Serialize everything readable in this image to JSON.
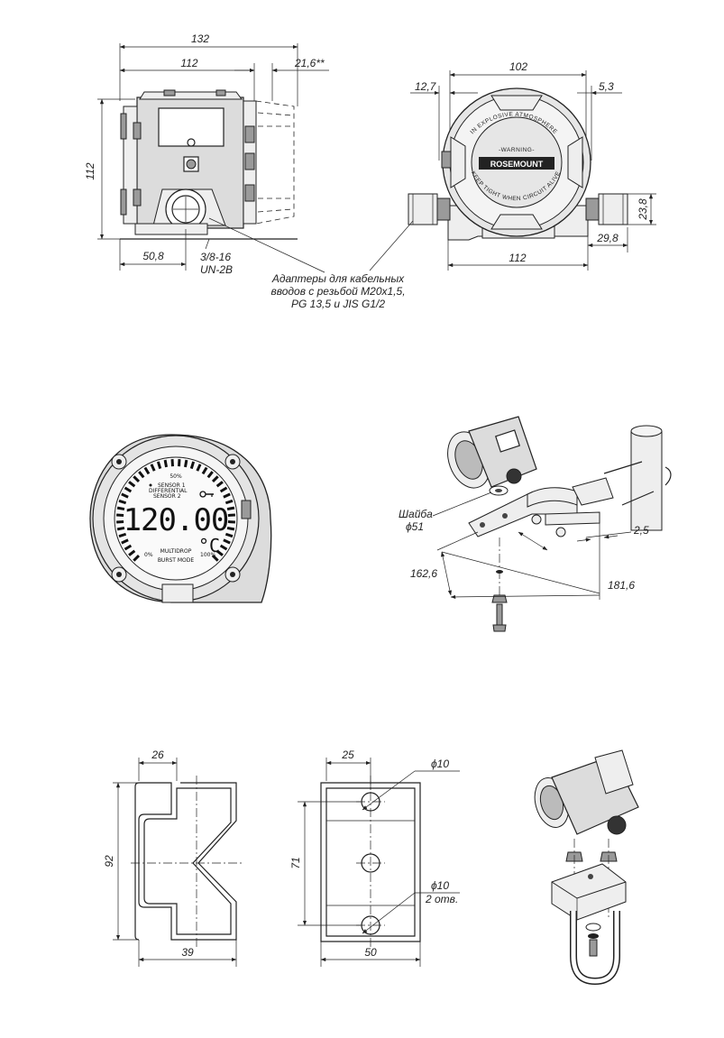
{
  "top_side_view": {
    "dims": {
      "overall_length": "132",
      "body_length": "112",
      "adapter_length": "21,6**",
      "height": "112",
      "conduit_offset": "50,8"
    },
    "thread_label": [
      "3/8-16",
      "UN-2B"
    ]
  },
  "top_front_view": {
    "dims": {
      "width": "102",
      "left_offset": "12,7",
      "right_offset": "5,3",
      "adapter_height": "23,8",
      "adapter_length": "29,8",
      "base_width": "112"
    },
    "cover_text": {
      "top_arc": "IN EXPLOSIVE ATMOSPHERE",
      "warning": "-WARNING-",
      "brand": "ROSEMOUNT",
      "bottom_arc": "KEEP TIGHT WHEN CIRCUIT ALIVE"
    }
  },
  "adapter_note": [
    "Адаптеры для кабельных",
    "вводов с резьбой M20x1,5,",
    "PG 13,5 и JIS G1/2"
  ],
  "display": {
    "percent_top": "50%",
    "line1": "SENSOR 1",
    "line2": "DIFFERENTIAL",
    "line3": "SENSOR 2",
    "value": "120.00",
    "unit": "°C",
    "scale_min": "0%",
    "scale_max": "100%",
    "mode1": "MULTIDROP",
    "mode2": "BURST MODE"
  },
  "bracket_assembly": {
    "washer_label": [
      "Шайба",
      "ϕ51"
    ],
    "dims": {
      "thickness": "2,5",
      "depth": "162,6",
      "length": "181,6"
    }
  },
  "bracket_left": {
    "dims": {
      "top": "26",
      "height": "92",
      "bottom": "39"
    }
  },
  "bracket_plate": {
    "dims": {
      "top": "25",
      "height": "71",
      "bottom": "50"
    },
    "hole_top": "ϕ10",
    "hole_bottom": [
      "ϕ10",
      "2 отв."
    ]
  }
}
